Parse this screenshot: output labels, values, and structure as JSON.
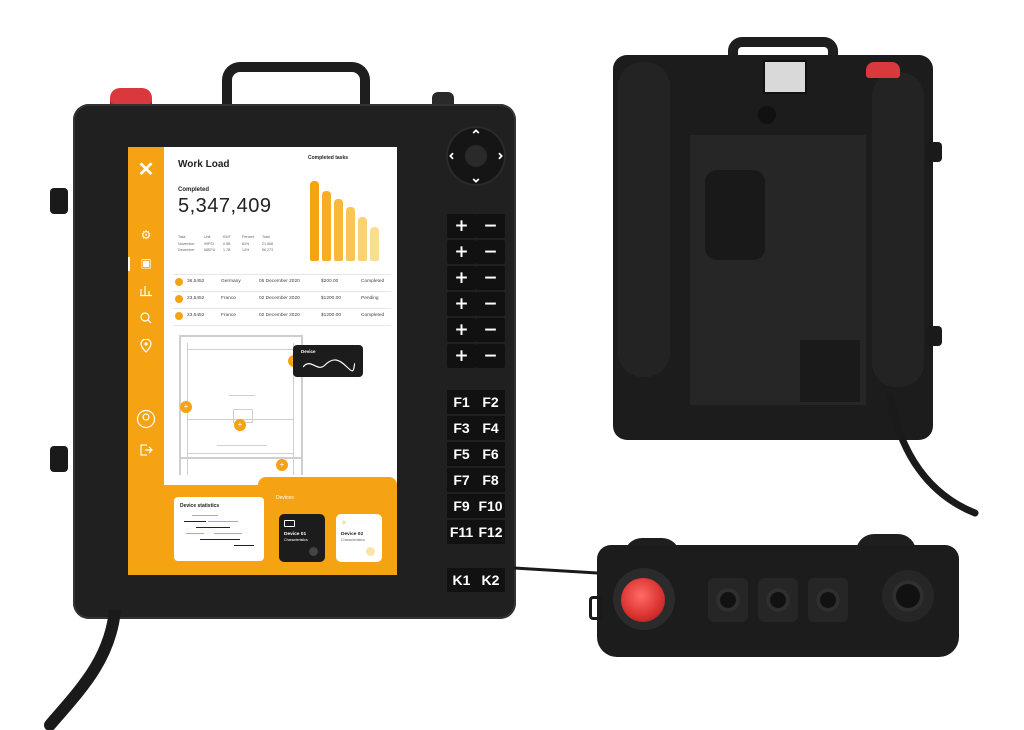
{
  "screen": {
    "logo": "✕",
    "title": "Work Load",
    "completed_label": "Completed",
    "completed_value": "5,347,409",
    "completed_tasks_label": "Completed tasks",
    "mini_table": {
      "headers": [
        "Task",
        "Unit",
        "KWT",
        "Percent",
        "Total"
      ],
      "rows": [
        [
          "November",
          "99PSI",
          "0.5B",
          "84%",
          "21,568"
        ],
        [
          "December",
          "68EPU",
          "1.7B",
          "14%",
          "56,273"
        ]
      ]
    },
    "orders": [
      {
        "id": "36,5452",
        "country": "Germany",
        "date": "05 December 2020",
        "amount": "$200.00",
        "status": "Completed"
      },
      {
        "id": "23,5452",
        "country": "France",
        "date": "02 December 2020",
        "amount": "$1200.00",
        "status": "Pending"
      },
      {
        "id": "23,5452",
        "country": "France",
        "date": "02 December 2020",
        "amount": "$1200.00",
        "status": "Completed"
      }
    ],
    "device_label": "Device",
    "devices_tab": "Devices",
    "device_statistics": "Device statistics",
    "device1": {
      "title": "Device 01",
      "sub": "Characteristics"
    },
    "device2": {
      "title": "Device 02",
      "sub": "Characteristics"
    }
  },
  "keys": {
    "plus": "+",
    "minus": "−",
    "fkeys": [
      "F1",
      "F2",
      "F3",
      "F4",
      "F5",
      "F6",
      "F7",
      "F8",
      "F9",
      "F10",
      "F11",
      "F12"
    ],
    "kkeys": [
      "K1",
      "K2"
    ]
  },
  "icons": {
    "sidebar": [
      "gear-icon",
      "layout-icon",
      "chart-icon",
      "search-icon",
      "location-icon",
      "user-icon",
      "logout-icon"
    ]
  },
  "colors": {
    "accent": "#f6a313",
    "device_body": "#202020",
    "estop": "#d9383c"
  }
}
